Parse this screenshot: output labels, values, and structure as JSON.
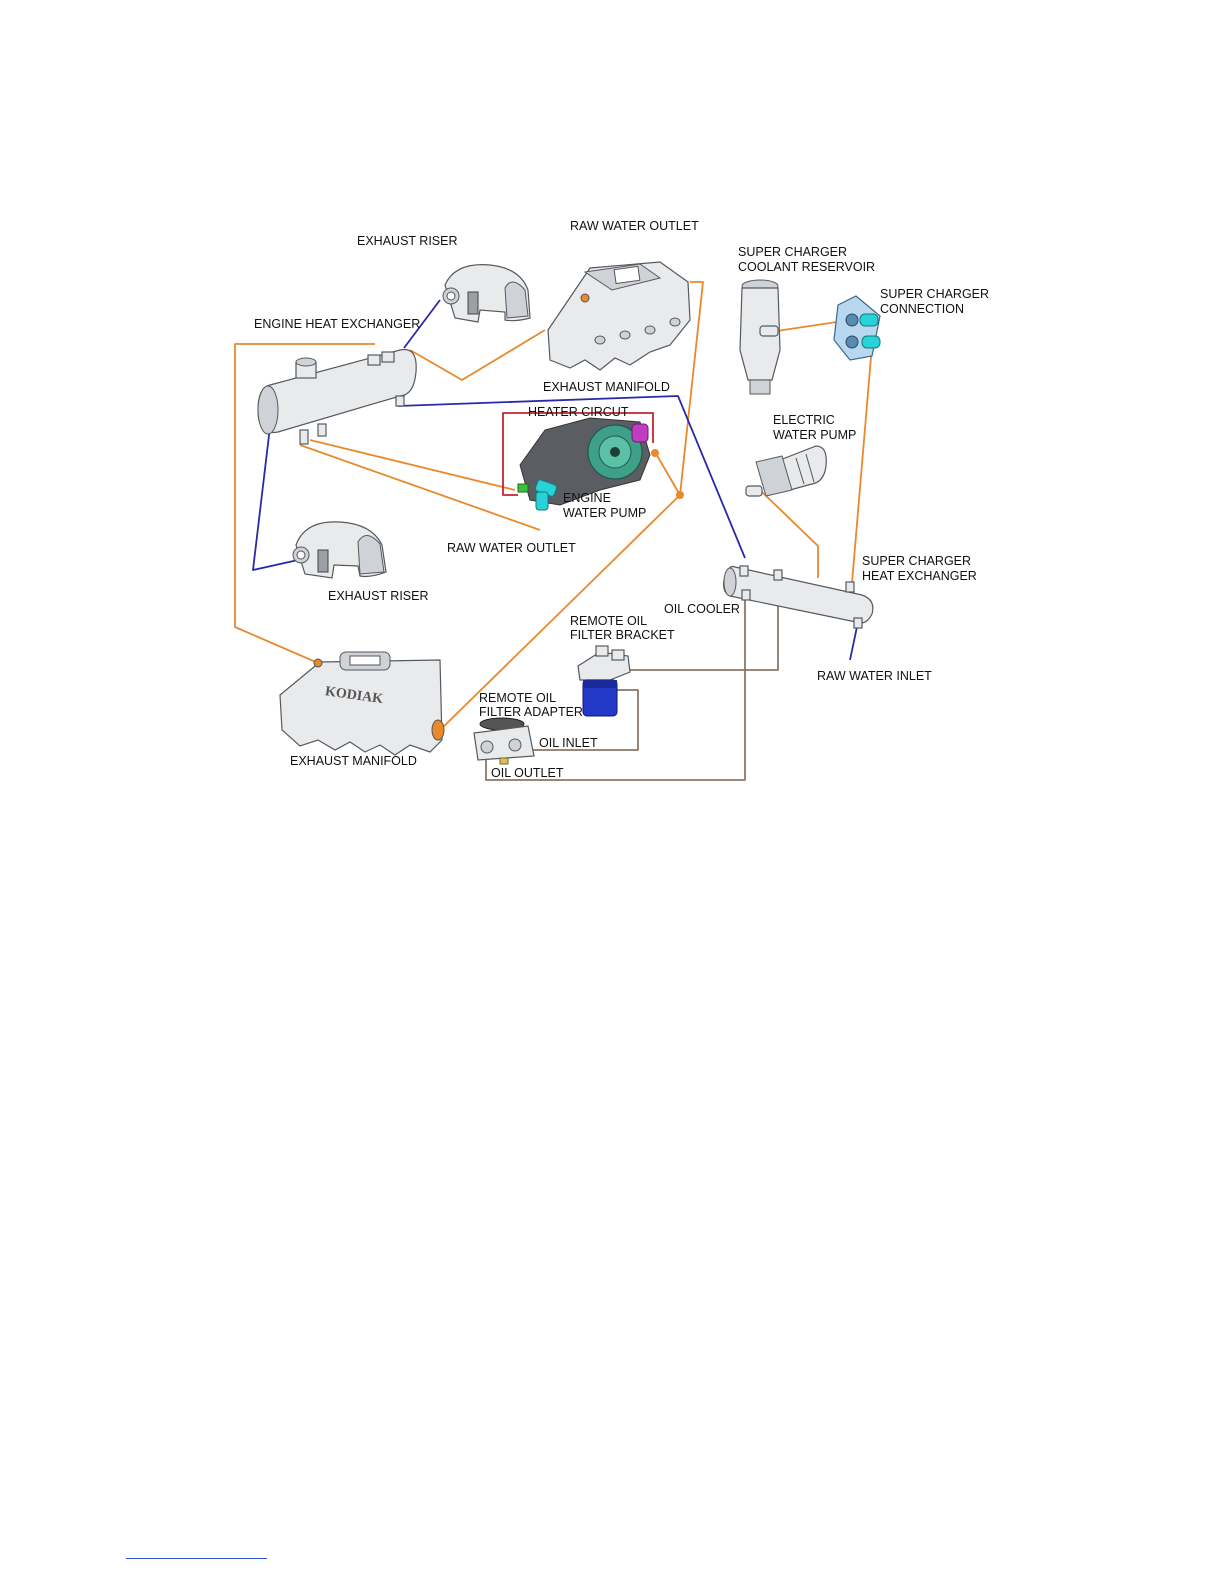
{
  "labels": {
    "exhaust_riser_top": "EXHAUST RISER",
    "raw_water_outlet_top": "RAW WATER OUTLET",
    "sc_reservoir_1": "SUPER CHARGER",
    "sc_reservoir_2": "COOLANT RESERVOIR",
    "sc_connection_1": "SUPER CHARGER",
    "sc_connection_2": "CONNECTION",
    "engine_heat_exchanger": "ENGINE HEAT EXCHANGER",
    "exhaust_manifold_top": "EXHAUST MANIFOLD",
    "heater_circuit": "HEATER CIRCUT",
    "electric_pump_1": "ELECTRIC",
    "electric_pump_2": "WATER PUMP",
    "engine_pump_1": "ENGINE",
    "engine_pump_2": "WATER PUMP",
    "raw_water_outlet_mid": "RAW WATER OUTLET",
    "sc_heat_exchanger_1": "SUPER CHARGER",
    "sc_heat_exchanger_2": "HEAT EXCHANGER",
    "exhaust_riser_bottom": "EXHAUST RISER",
    "oil_cooler": "OIL COOLER",
    "remote_bracket_1": "REMOTE OIL",
    "remote_bracket_2": "FILTER BRACKET",
    "raw_water_inlet": "RAW WATER INLET",
    "remote_adapter_1": "REMOTE OIL",
    "remote_adapter_2": "FILTER ADAPTER",
    "oil_inlet": "OIL INLET",
    "exhaust_manifold_bottom": "EXHAUST MANIFOLD",
    "oil_outlet": "OIL OUTLET",
    "manifold_logo": "KODIAK"
  },
  "colors": {
    "raw_water": "#e8892c",
    "coolant": "#2a2aa8",
    "heater": "#c4262e",
    "oil": "#8a7766",
    "pump_green": "#3fa08a",
    "connector_cyan": "#27d3d6",
    "filter_blue": "#2438c8",
    "magenta": "#c03cc0"
  }
}
